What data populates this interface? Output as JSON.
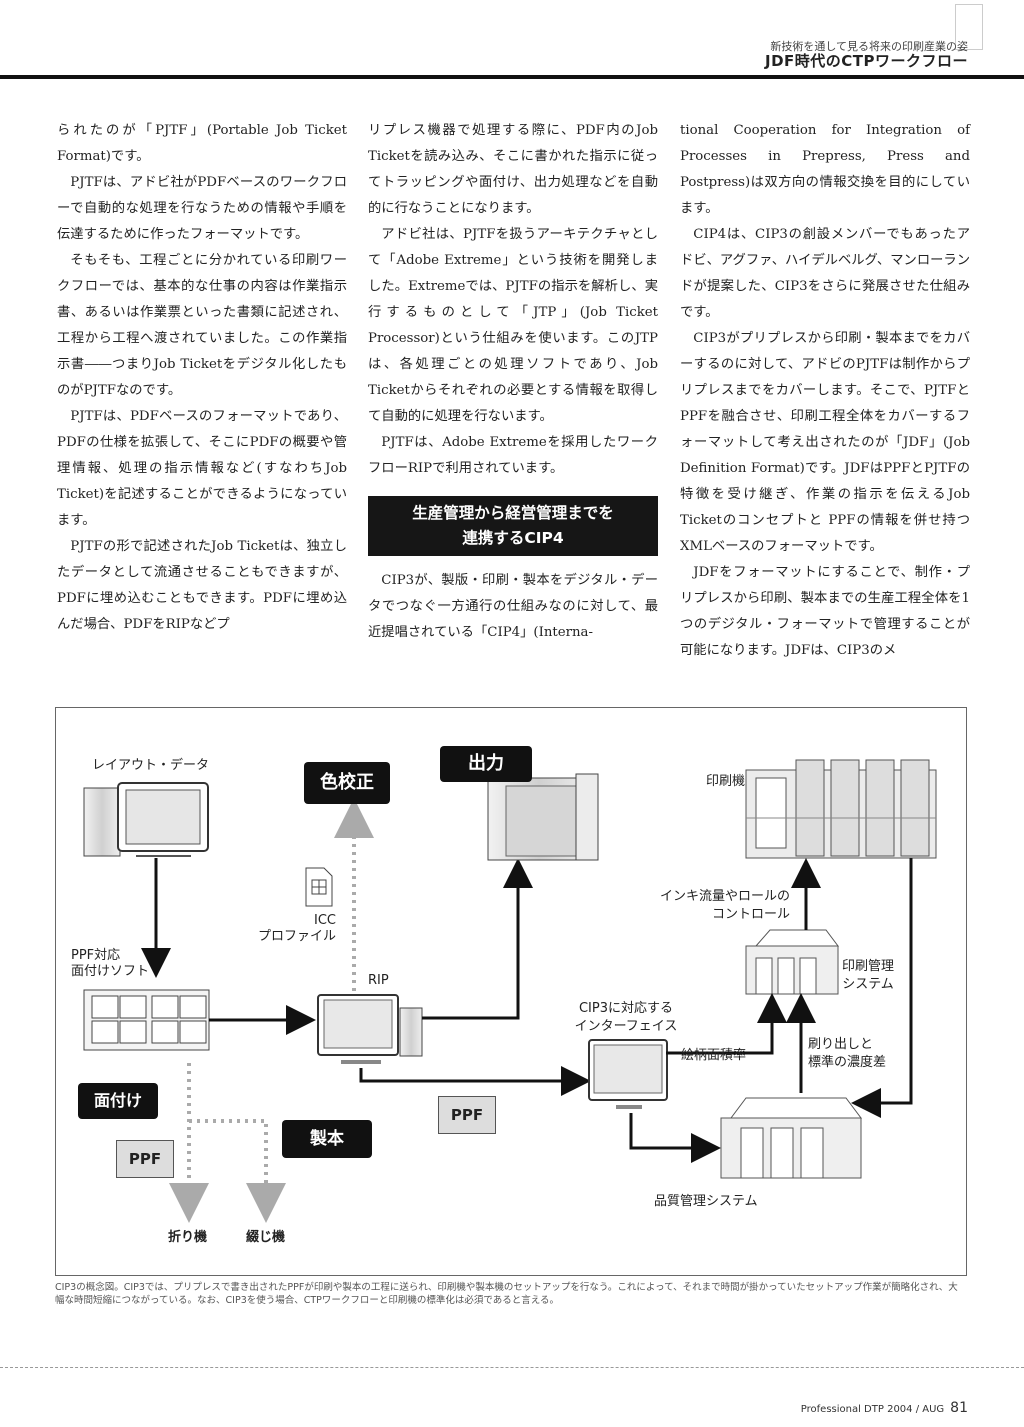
{
  "header": {
    "subtitle": "新技術を通して見る将来の印刷産業の姿",
    "title": "JDF時代のCTPワークフロー"
  },
  "column1": [
    "られたのが「PJTF」(Portable Job Ticket Format)です。",
    "PJTFは、アドビ社がPDFベースのワークフローで自動的な処理を行なうための情報や手順を伝達するために作ったフォーマットです。",
    "そもそも、工程ごとに分かれている印刷ワークフローでは、基本的な仕事の内容は作業指示書、あるいは作業票といった書類に記述され、工程から工程へ渡されていました。この作業指示書――つまりJob Ticketをデジタル化したものがPJTFなのです。",
    "PJTFは、PDFベースのフォーマットであり、PDFの仕様を拡張して、そこにPDFの概要や管理情報、処理の指示情報など(すなわちJob Ticket)を記述することができるようになっています。",
    "PJTFの形で記述されたJob Ticketは、独立したデータとして流通させることもできますが、PDFに埋め込むこともできます。PDFに埋め込んだ場合、PDFをRIPなどプ"
  ],
  "column2": [
    "リプレス機器で処理する際に、PDF内のJob Ticketを読み込み、そこに書かれた指示に従ってトラッピングや面付け、出力処理などを自動的に行なうことになります。",
    "アドビ社は、PJTFを扱うアーキテクチャとして「Adobe Extreme」という技術を開発しました。Extremeでは、PJTFの指示を解析し、実行するものとして「JTP」(Job Ticket Processor)という仕組みを使います。このJTPは、各処理ごとの処理ソフトであり、Job Ticketからそれぞれの必要とする情報を取得して自動的に処理を行ないます。",
    "PJTFは、Adobe Extremeを採用したワークフローRIPで利用されています。"
  ],
  "section_heading_line1": "生産管理から経営管理までを",
  "section_heading_line2": "連携するCIP4",
  "column2_after": [
    "CIP3が、製版・印刷・製本をデジタル・データでつなぐ一方通行の仕組みなのに対して、最近提唱されている「CIP4」(Interna-"
  ],
  "column3": [
    "tional Cooperation for Integration of Processes in Prepress, Press and Postpress)は双方向の情報交換を目的にしています。",
    "CIP4は、CIP3の創設メンバーでもあったアドビ、アグファ、ハイデルベルグ、マンローランドが提案した、CIP3をさらに発展させた仕組みです。",
    "CIP3がプリプレスから印刷・製本までをカバーするのに対して、アドビのPJTFは制作からプリプレスまでをカバーします。そこで、PJTFとPPFを融合させ、印刷工程全体をカバーするフォーマットして考え出されたのが「JDF」(Job Definition Format)です。JDFはPPFとPJTFの特徴を受け継ぎ、作業の指示を伝えるJob Ticketのコンセプトと PPFの情報を併せ持つXMLベースのフォーマットです。",
    "JDFをフォーマットにすることで、制作・プリプレスから印刷、製本までの生産工程全体を1つのデジタル・フォーマットで管理することが可能になります。JDFは、CIP3のメ"
  ],
  "diagram": {
    "layout_data": "レイアウト・データ",
    "ppf_soft_line1": "PPF対応",
    "ppf_soft_line2": "面付けソフト",
    "menzuke": "面付け",
    "ppf": "PPF",
    "proof": "色校正",
    "icc_line1": "ICC",
    "icc_line2": "プロファイル",
    "rip": "RIP",
    "output": "出力",
    "seihon": "製本",
    "folder": "折り機",
    "binder": "綴じ機",
    "press": "印刷機",
    "ink_line1": "インキ流量やロールの",
    "ink_line2": "コントロール",
    "print_mgmt_line1": "印刷管理",
    "print_mgmt_line2": "システム",
    "cip3_if_line1": "CIP3に対応する",
    "cip3_if_line2": "インターフェイス",
    "picture_ratio": "絵柄面積率",
    "density_line1": "刷り出しと",
    "density_line2": "標準の濃度差",
    "quality_mgmt": "品質管理システム"
  },
  "caption": "CIP3の概念図。CIP3では、プリプレスで書き出されたPPFが印刷や製本の工程に送られ、印刷機や製本機のセットアップを行なう。これによって、それまで時間が掛かっていたセットアップ作業が簡略化され、大幅な時間短縮につながっている。なお、CIP3を使う場合、CTPワークフローと印刷機の標準化は必須であると言える。",
  "footer": {
    "magazine": "Professional DTP 2004 / AUG",
    "page": "81"
  }
}
